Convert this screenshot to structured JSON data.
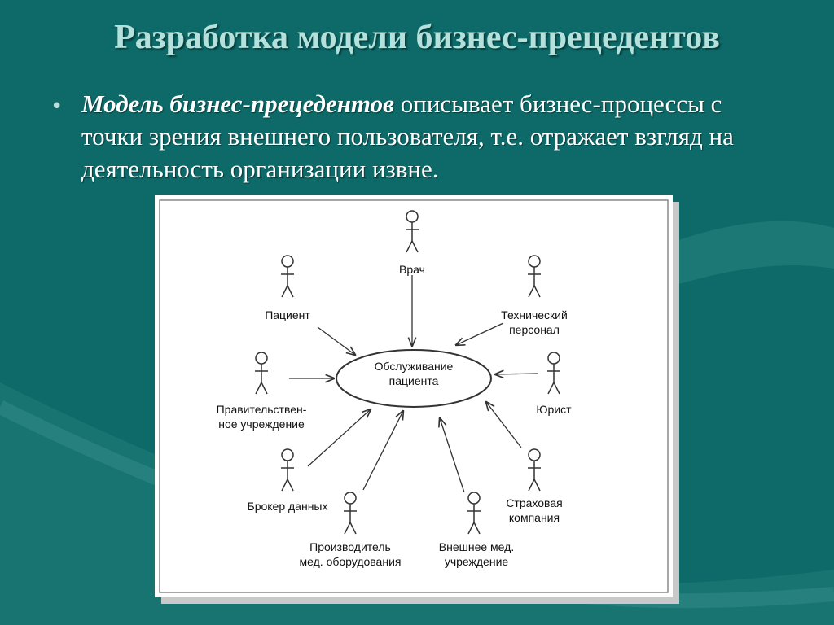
{
  "slide": {
    "title": "Разработка модели бизнес-прецедентов",
    "bullet": {
      "term": "Модель бизнес-прецедентов",
      "line1_rest": " описывает бизнес-процессы с",
      "line2": "точки зрения внешнего пользователя, т.е. отражает взгляд на",
      "line3": "деятельность организации извне."
    }
  },
  "diagram": {
    "use_case": {
      "line1": "Обслуживание",
      "line2": "пациента"
    },
    "actors": [
      {
        "id": "vrach",
        "lines": [
          "Врач"
        ]
      },
      {
        "id": "pacient",
        "lines": [
          "Пациент"
        ]
      },
      {
        "id": "tech",
        "lines": [
          "Технический",
          "персонал"
        ]
      },
      {
        "id": "gov",
        "lines": [
          "Правительствен-",
          "ное учреждение"
        ]
      },
      {
        "id": "yurist",
        "lines": [
          "Юрист"
        ]
      },
      {
        "id": "broker",
        "lines": [
          "Брокер данных"
        ]
      },
      {
        "id": "strah",
        "lines": [
          "Страховая",
          "компания"
        ]
      },
      {
        "id": "proizv",
        "lines": [
          "Производитель",
          "мед. оборудования"
        ]
      },
      {
        "id": "vnesh",
        "lines": [
          "Внешнее мед.",
          "учреждение"
        ]
      }
    ]
  },
  "colors": {
    "background": "#0d6a68",
    "title": "#b4e1dc",
    "text": "#ffffff"
  }
}
